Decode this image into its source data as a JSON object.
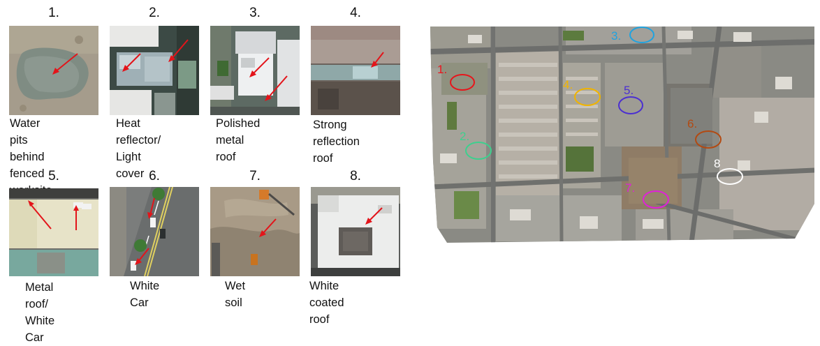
{
  "panels": [
    {
      "num": "1.",
      "caption": "Water pits\nbehind fenced\nworksite",
      "icon": "water-pit"
    },
    {
      "num": "2.",
      "caption": "Heat reflector/\nLight cover",
      "icon": "heat-reflector"
    },
    {
      "num": "3.",
      "caption": "Polished\nmetal roof",
      "icon": "metal-roof"
    },
    {
      "num": "4.",
      "caption": "Strong\nreflection roof",
      "icon": "reflection-roof"
    },
    {
      "num": "5.",
      "caption": "Metal roof/\nWhite Car",
      "icon": "metal-roof-car"
    },
    {
      "num": "6.",
      "caption": "White Car",
      "icon": "white-car"
    },
    {
      "num": "7.",
      "caption": "Wet soil",
      "icon": "wet-soil"
    },
    {
      "num": "8.",
      "caption": "White coated roof",
      "icon": "white-roof"
    }
  ],
  "map_markers": [
    {
      "label": "1.",
      "color": "#e8151b"
    },
    {
      "label": "2.",
      "color": "#3ecf8e"
    },
    {
      "label": "3.",
      "color": "#1fa3e0"
    },
    {
      "label": "4.",
      "color": "#f0b400"
    },
    {
      "label": "5.",
      "color": "#4b2fd1"
    },
    {
      "label": "6.",
      "color": "#b24a12"
    },
    {
      "label": "7.",
      "color": "#e020d8"
    },
    {
      "label": "8",
      "color": "#ffffff"
    }
  ],
  "colors": {
    "arrow": "#e3141a"
  }
}
